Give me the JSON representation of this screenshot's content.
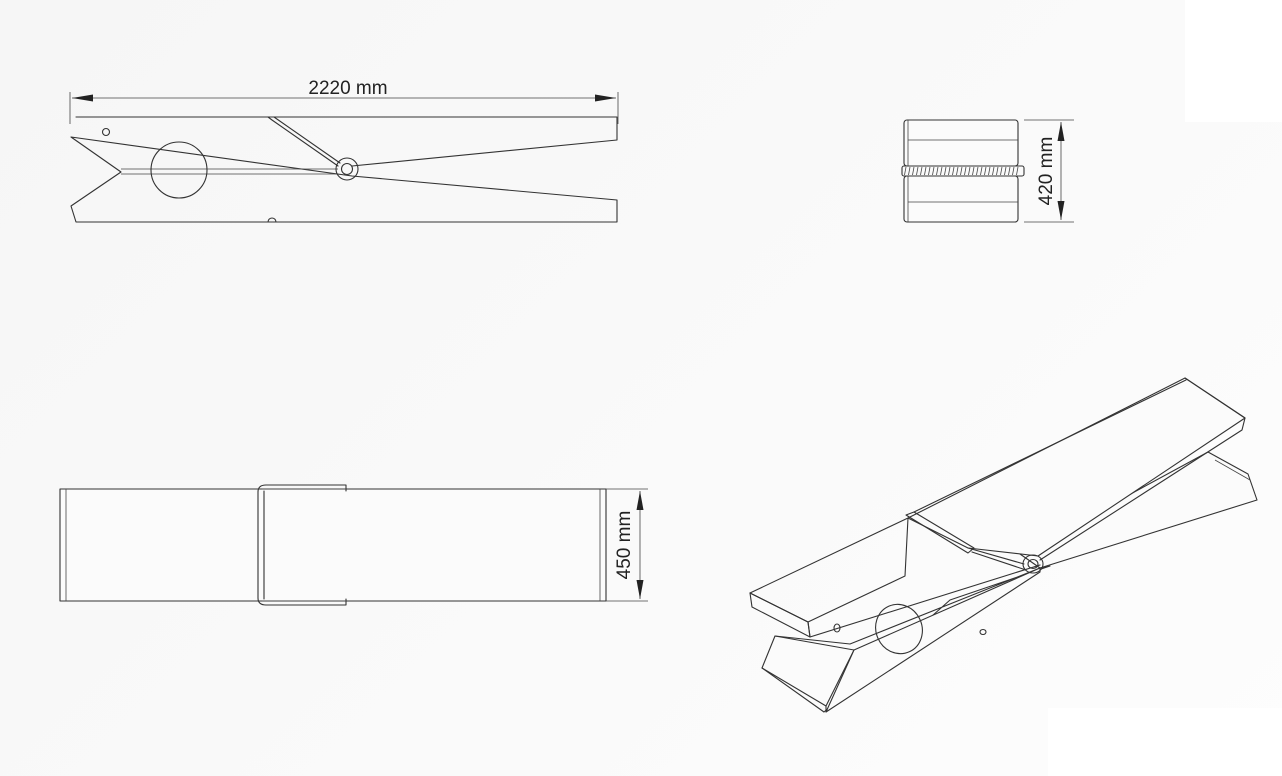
{
  "dimensions": {
    "length_label": "2220 mm",
    "height_label": "420 mm",
    "width_label": "450 mm"
  },
  "views": [
    "side-view",
    "end-view",
    "top-view",
    "isometric-view"
  ],
  "colors": {
    "line": "#333333",
    "background": "#f8f8f8"
  }
}
